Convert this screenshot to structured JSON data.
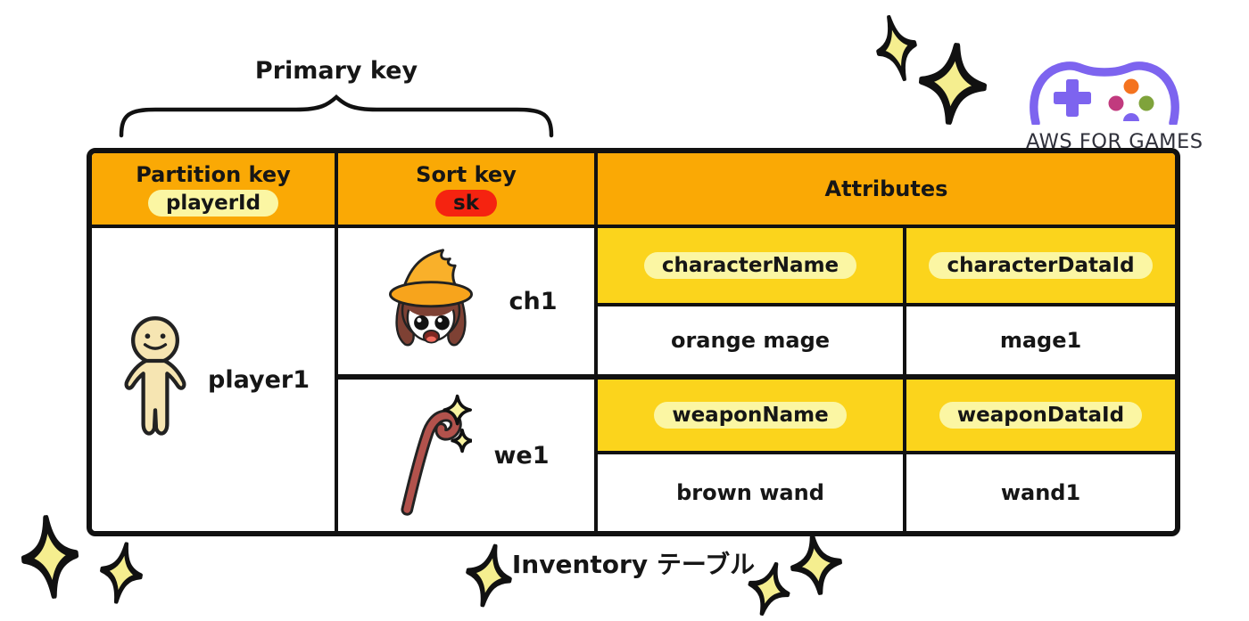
{
  "diagram": {
    "primary_key_label": "Primary key",
    "caption": "Inventory テーブル",
    "logo": {
      "text": "AWS FOR GAMES"
    },
    "table": {
      "headers": {
        "partition_label": "Partition key",
        "partition_key": "playerId",
        "sort_label": "Sort key",
        "sort_key": "sk",
        "attributes_label": "Attributes"
      },
      "row": {
        "partition_value": "player1",
        "items": [
          {
            "sort_value": "ch1",
            "attributes": [
              {
                "name": "characterName",
                "value": "orange mage"
              },
              {
                "name": "characterDataId",
                "value": "mage1"
              }
            ]
          },
          {
            "sort_value": "we1",
            "attributes": [
              {
                "name": "weaponName",
                "value": "brown wand"
              },
              {
                "name": "weaponDataId",
                "value": "wand1"
              }
            ]
          }
        ]
      }
    },
    "colors": {
      "header_orange": "#FAA905",
      "attribute_gold": "#FBD41C",
      "highlight_yellow": "#FBF6A3",
      "highlight_red": "#F52310",
      "sparkle_yellow": "#F5EE8F",
      "logo_purple": "#7D64EF",
      "table_border": "#111111"
    }
  }
}
